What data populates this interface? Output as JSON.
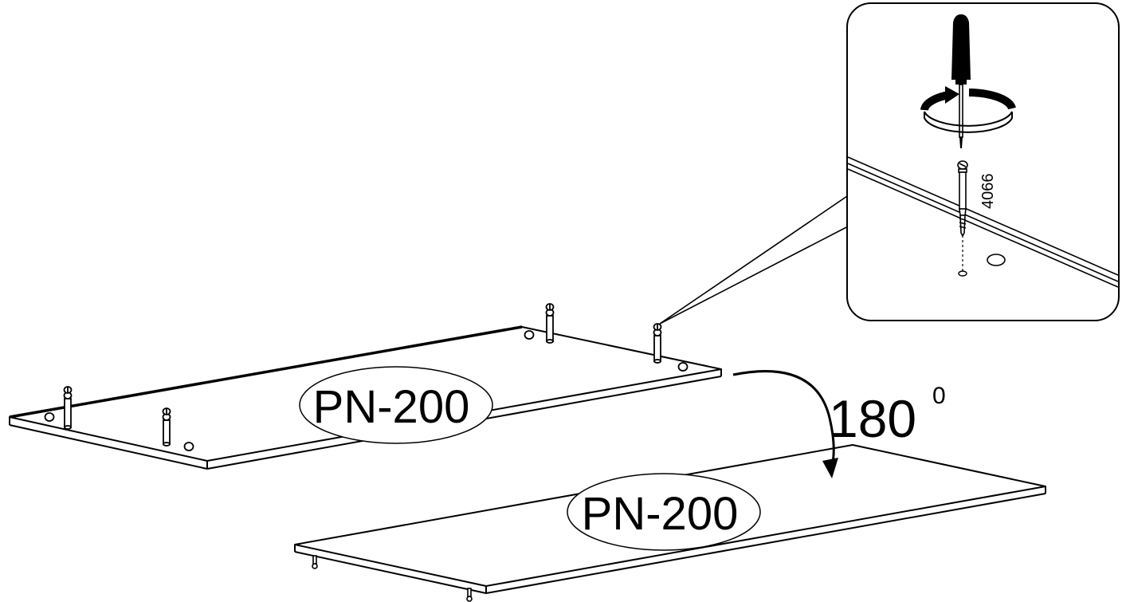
{
  "labels": {
    "panel_top": "PN-200",
    "panel_bottom": "PN-200",
    "rotation_value": "180",
    "rotation_unit": "0",
    "part_number": "4066"
  },
  "icons": {
    "tool": "screwdriver-icon",
    "rotation": "rotate-arrow-icon",
    "fastener": "cam-dowel-icon"
  },
  "colors": {
    "line": "#000000",
    "background": "#ffffff"
  }
}
